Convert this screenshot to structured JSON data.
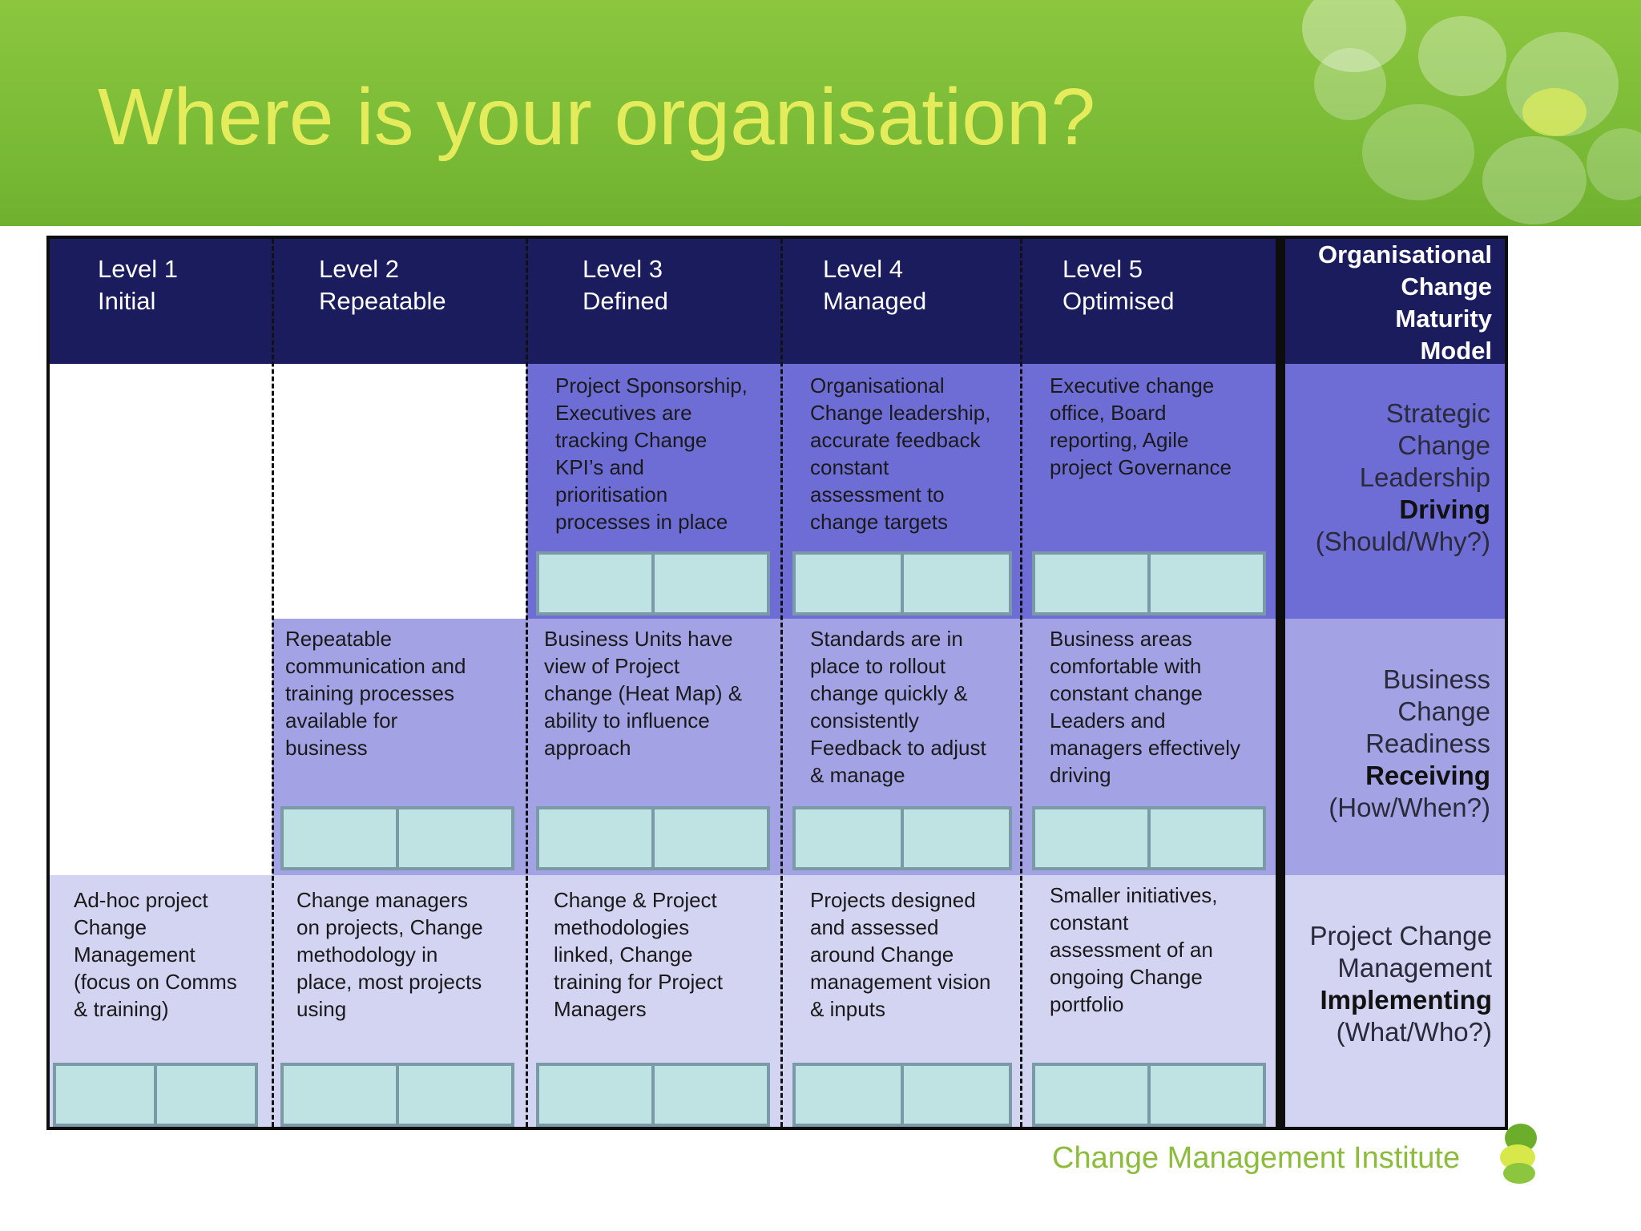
{
  "title": "Where is your organisation?",
  "levels": [
    {
      "label": "Level 1\nInitial"
    },
    {
      "label": "Level 2\nRepeatable"
    },
    {
      "label": "Level 3\nDefined"
    },
    {
      "label": "Level 4\nManaged"
    },
    {
      "label": "Level 5\nOptimised"
    }
  ],
  "model_title": "Organisational\nChange\nMaturity\nModel",
  "rows": {
    "strategic": {
      "line1": "Strategic",
      "line2": "Change",
      "line3": "Leadership",
      "emphasis": "Driving",
      "question": "(Should/Why?)",
      "cells": {
        "level3": "Project Sponsorship,\nExecutives are\ntracking Change\nKPI’s and\nprioritisation\nprocesses in place",
        "level4": "Organisational\nChange leadership,\naccurate feedback\nconstant\nassessment to\nchange targets",
        "level5": "Executive change\noffice, Board\nreporting, Agile\nproject Governance"
      }
    },
    "business": {
      "line1": "Business",
      "line2": "Change",
      "line3": "Readiness",
      "emphasis": "Receiving",
      "question": "(How/When?)",
      "cells": {
        "level2": "Repeatable\ncommunication and\ntraining processes\navailable for\nbusiness",
        "level3": "Business Units have\nview of Project\nchange (Heat Map) &\nability to influence\napproach",
        "level4": "Standards are in\nplace to rollout\nchange quickly &\nconsistently\nFeedback to adjust\n& manage",
        "level5": "Business areas\ncomfortable with\nconstant change\nLeaders and\nmanagers effectively\ndriving"
      }
    },
    "project": {
      "line1": "Project Change",
      "line2": "Management",
      "emphasis": "Implementing",
      "question": "(What/Who?)",
      "cells": {
        "level1": "Ad-hoc project\nChange\nManagement\n(focus on Comms\n& training)",
        "level2": "Change managers\non projects, Change\nmethodology in\nplace, most projects\nusing",
        "level3": "Change & Project\nmethodologies\nlinked, Change\ntraining for Project\nManagers",
        "level4": "Projects designed\nand assessed\naround Change\nmanagement vision\n& inputs",
        "level5": "Smaller initiatives,\nconstant\nassessment of an\nongoing Change\nportfolio"
      }
    }
  },
  "footer": {
    "organisation": "Change Management Institute",
    "logo_icon": "leaf-logo-icon"
  },
  "colors": {
    "header_green": "#7cbc37",
    "title_yellow": "#e4ec5c",
    "navy": "#1a1c5e",
    "strategic_row": "#6e6dd6",
    "business_row": "#a3a2e4",
    "project_row": "#d3d3f2",
    "assessment_box": "#bfe3e3",
    "footer_green": "#8cbc3c"
  }
}
